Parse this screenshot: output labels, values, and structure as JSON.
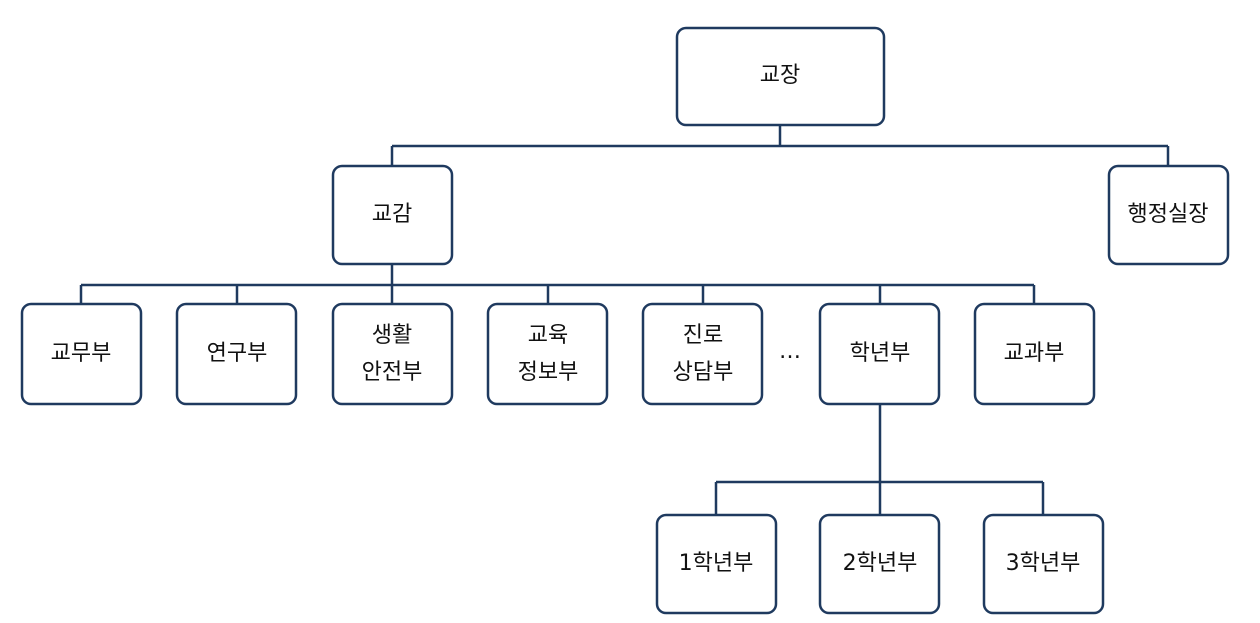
{
  "org_chart": {
    "principal": "교장",
    "vice_principal": "교감",
    "admin_head": "행정실장",
    "departments": {
      "academic_affairs": "교무부",
      "research": "연구부",
      "life_safety": [
        "생활",
        "안전부"
      ],
      "edu_info": [
        "교육",
        "정보부"
      ],
      "career_counsel": [
        "진로",
        "상담부"
      ],
      "ellipsis": "…",
      "grade": "학년부",
      "subject": "교과부"
    },
    "grades": {
      "first": "1학년부",
      "second": "2학년부",
      "third": "3학년부"
    },
    "colors": {
      "line": "#1f3a5f",
      "text": "#111111",
      "background": "#ffffff"
    }
  }
}
